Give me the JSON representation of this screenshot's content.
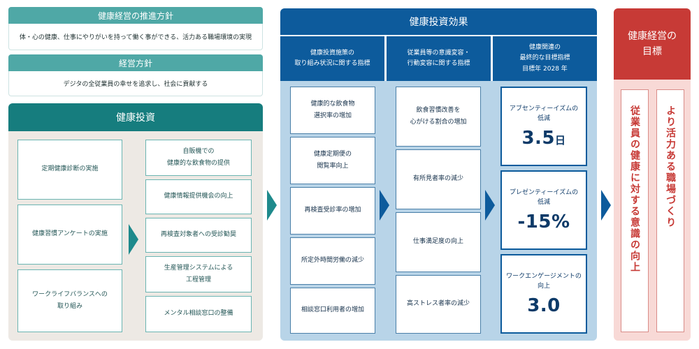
{
  "policy": {
    "title": "健康経営の推進方針",
    "text": "体・心の健康、仕事にやりがいを持って働く事ができる、活力ある職場環境の実現"
  },
  "management": {
    "title": "経営方針",
    "text": "デジタの全従業員の幸せを追求し、社会に貢献する"
  },
  "investment": {
    "title": "健康投資",
    "left_items": [
      "定期健康診断の実施",
      "健康習慣アンケートの実施",
      "ワークライフバランスへの\n取り組み"
    ],
    "right_items": [
      "自販機での\n健康的な飲食物の提供",
      "健康情報提供機会の向上",
      "再検査対象者への受診勧奨",
      "生産管理システムによる\n工程管理",
      "メンタル相談窓口の整備"
    ]
  },
  "effect": {
    "title": "健康投資効果",
    "col1": {
      "header": "健康投資施策の\n取り組み状況に関する指標",
      "items": [
        "健康的な飲食物\n選択率の増加",
        "健康定期便の\n閲覧率向上",
        "再検査受診率の増加",
        "所定外時間労働の減少",
        "相談窓口利用者の増加"
      ]
    },
    "col2": {
      "header": "従業員等の意識変容・\n行動変容に関する指標",
      "items": [
        "飲食習慣改善を\n心がける割合の増加",
        "有所見者率の減少",
        "仕事満足度の向上",
        "高ストレス者率の減少"
      ]
    },
    "col3": {
      "header": "健康関連の\n最終的な目標指標\n目標年 2028 年",
      "kpis": [
        {
          "label": "アブセンティーイズムの\n低減",
          "value": "3.5",
          "unit": "日"
        },
        {
          "label": "プレゼンティーイズムの\n低減",
          "value": "-15%",
          "unit": ""
        },
        {
          "label": "ワークエンゲージメントの\n向上",
          "value": "3.0",
          "unit": ""
        }
      ]
    }
  },
  "goal": {
    "title": "健康経営の\n目標",
    "items": [
      "従業員の健康に対する意識の向上",
      "より活力ある職場づくり"
    ]
  },
  "colors": {
    "teal": "#167d7e",
    "blue": "#0d5b9c",
    "red": "#c73a36"
  }
}
